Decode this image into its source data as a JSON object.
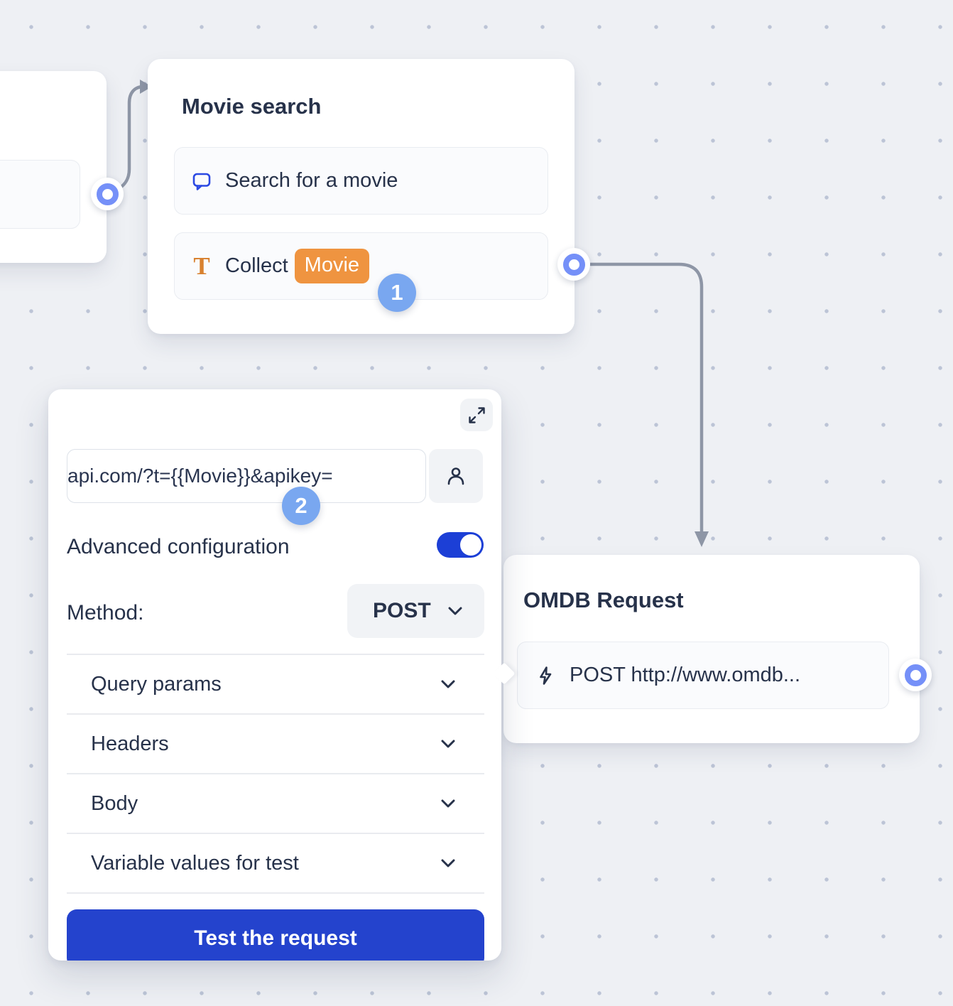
{
  "canvas": {
    "background": "#eef0f4",
    "dot_color": "#bcc4d6"
  },
  "palette": {
    "ink": "#27324a",
    "toggle_blue": "#1c3fd6",
    "button_blue": "#2443cd",
    "badge_blue": "#79a7f0",
    "port_ring_blue": "#7590f8",
    "chip_orange": "#ef9440",
    "text_icon_orange": "#d8812f",
    "bubble_icon_blue": "#2b49e3",
    "connector_gray": "#8e96a6"
  },
  "nodes": {
    "movie_search": {
      "title": "Movie search",
      "steps": [
        {
          "icon": "chat-bubble-icon",
          "label": "Search for a movie"
        },
        {
          "icon": "text-input-icon",
          "label": "Collect",
          "variable_chip": "Movie"
        }
      ]
    },
    "omdb_request": {
      "title": "OMDB Request",
      "steps": [
        {
          "icon": "lightning-icon",
          "label": "POST http://www.omdb..."
        }
      ]
    }
  },
  "annotations": {
    "step1": "1",
    "step2": "2"
  },
  "panel": {
    "url_input": {
      "value": "api.com/?t={{Movie}}&apikey="
    },
    "advanced_toggle_label": "Advanced configuration",
    "advanced_toggle_on": true,
    "method_label": "Method:",
    "method_value": "POST",
    "sections": [
      "Query params",
      "Headers",
      "Body",
      "Variable values for test"
    ],
    "test_button_label": "Test the request"
  }
}
